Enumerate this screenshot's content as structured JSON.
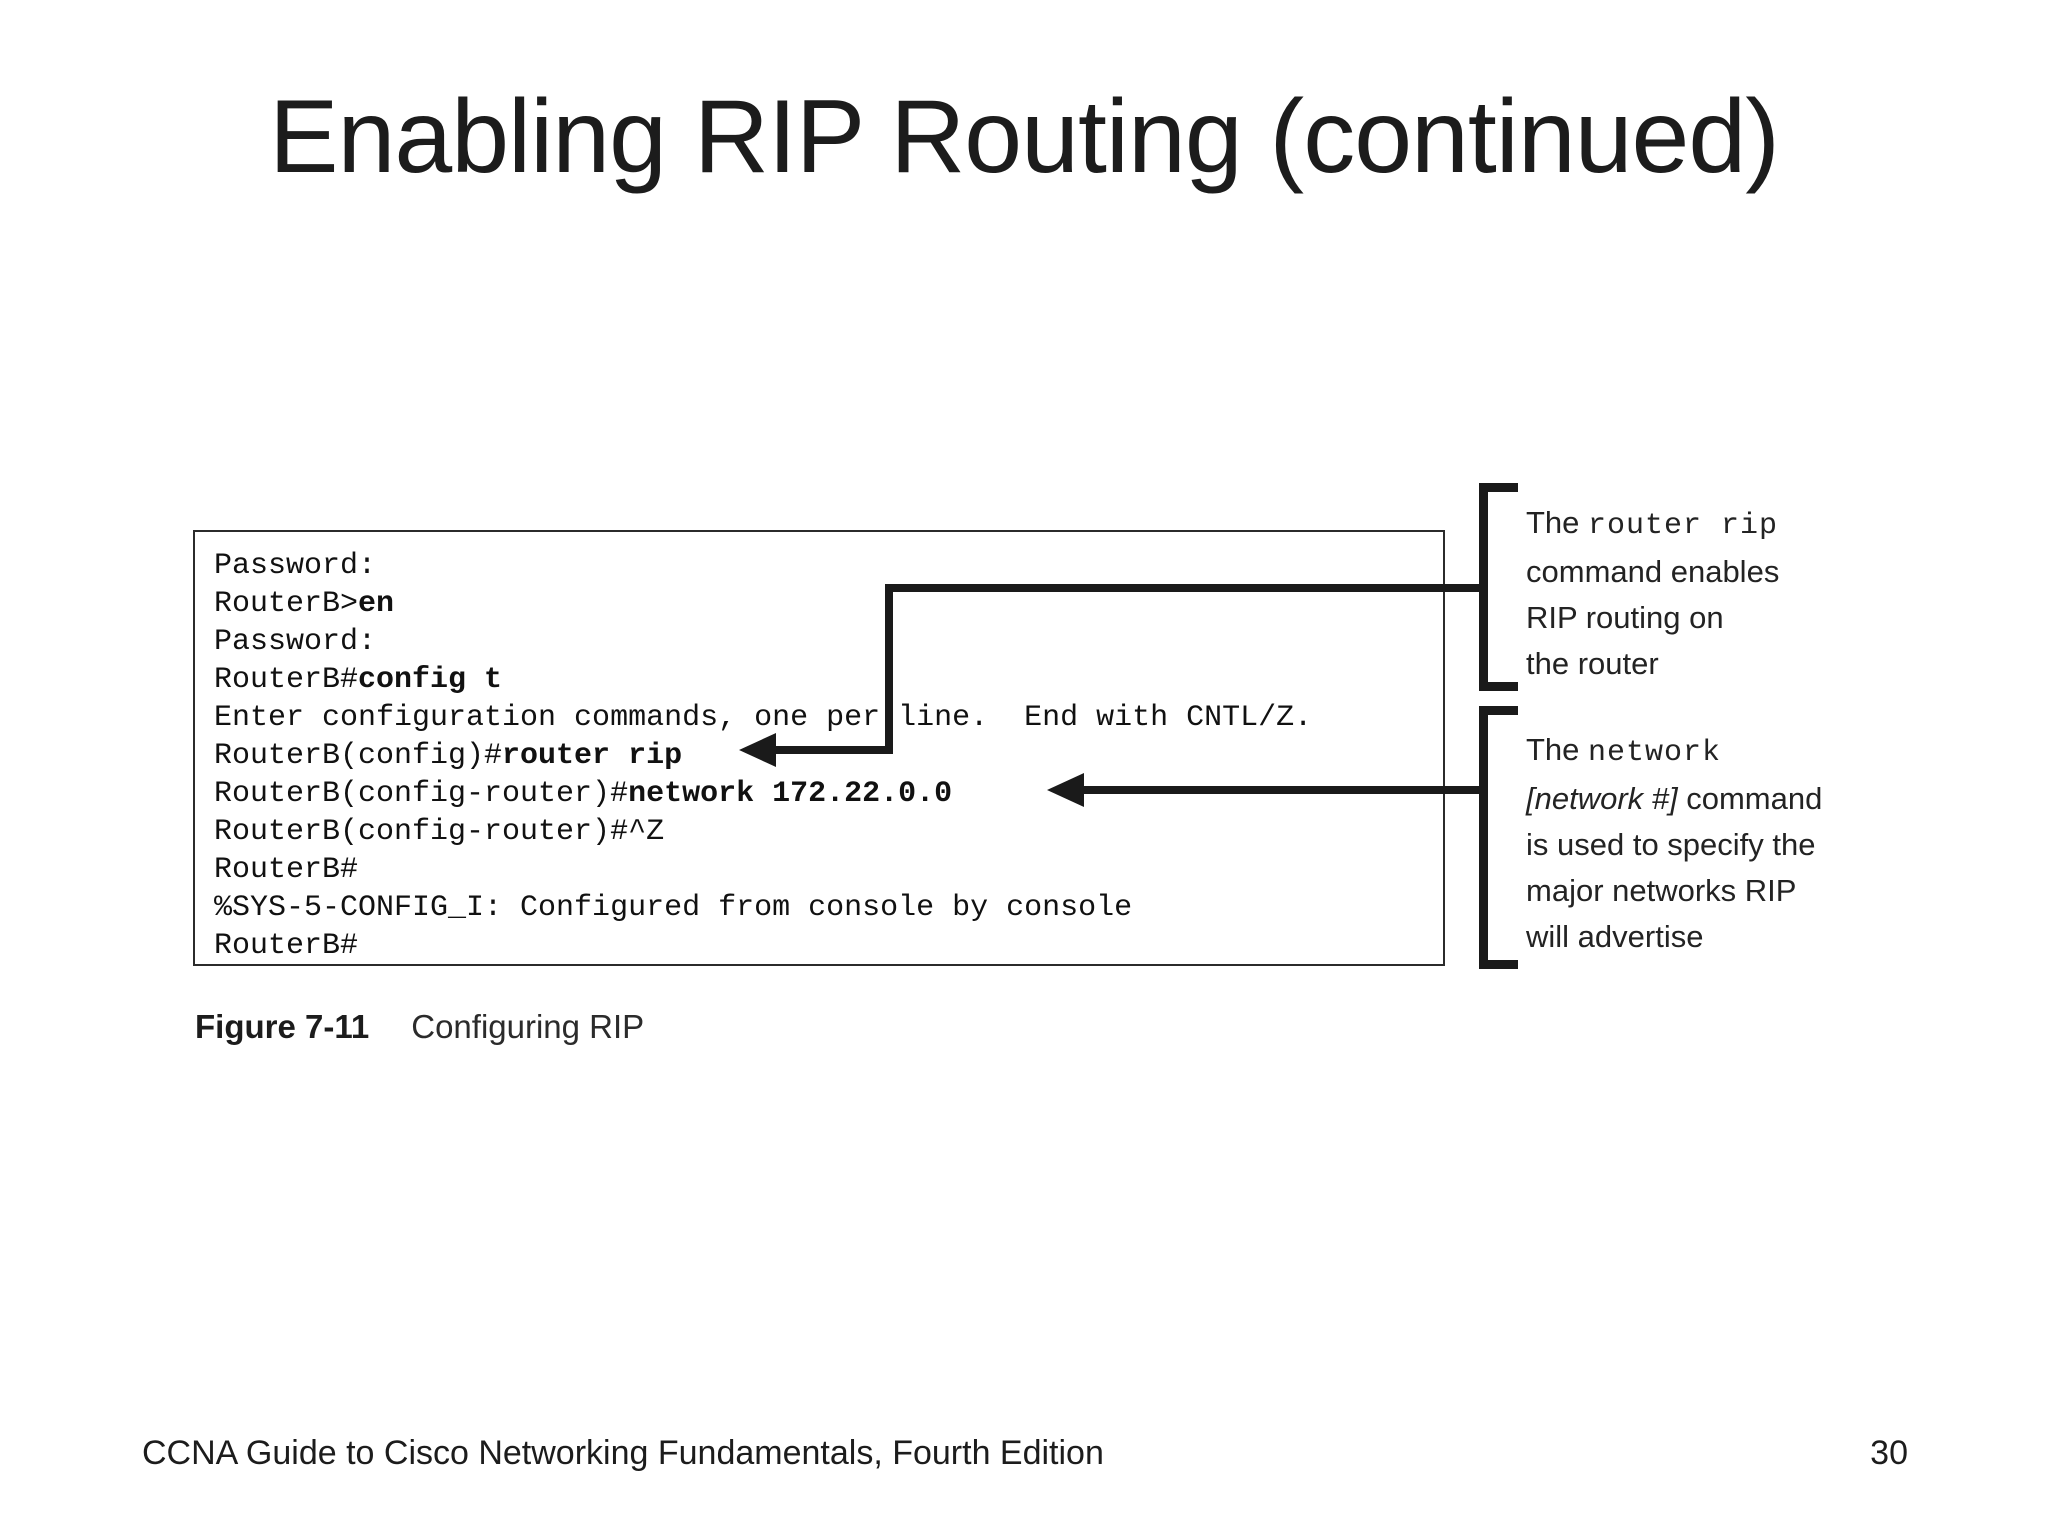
{
  "slide": {
    "title": "Enabling RIP Routing (continued)",
    "footer": {
      "text": "CCNA Guide to Cisco Networking Fundamentals, Fourth Edition",
      "page_number": "30"
    }
  },
  "figure": {
    "caption_label": "Figure 7-11",
    "caption_text": "Configuring RIP",
    "terminal": {
      "lines": [
        {
          "pre": "Password:",
          "cmd": ""
        },
        {
          "pre": "RouterB>",
          "cmd": "en"
        },
        {
          "pre": "Password:",
          "cmd": ""
        },
        {
          "pre": "RouterB#",
          "cmd": "config t"
        },
        {
          "pre": "Enter configuration commands, one per line.  End with CNTL/Z.",
          "cmd": ""
        },
        {
          "pre": "RouterB(config)#",
          "cmd": "router rip"
        },
        {
          "pre": "RouterB(config-router)#",
          "cmd": "network 172.22.0.0"
        },
        {
          "pre": "RouterB(config-router)#^Z",
          "cmd": ""
        },
        {
          "pre": "RouterB#",
          "cmd": ""
        },
        {
          "pre": "%SYS-5-CONFIG_I: Configured from console by console",
          "cmd": ""
        },
        {
          "pre": "RouterB#",
          "cmd": ""
        }
      ]
    },
    "annotations": {
      "router_rip": {
        "line1_lead": "The ",
        "line1_code": "router rip",
        "line2": "command enables",
        "line3": "RIP routing on",
        "line4": "the router"
      },
      "network": {
        "line1_lead": "The ",
        "line1_code": "network",
        "line2_italic": "[network #]",
        "line2_rest": " command",
        "line3": "is used to specify the",
        "line4": "major networks RIP",
        "line5": "will advertise"
      }
    },
    "colors": {
      "ink": "#1a1a1a"
    }
  }
}
